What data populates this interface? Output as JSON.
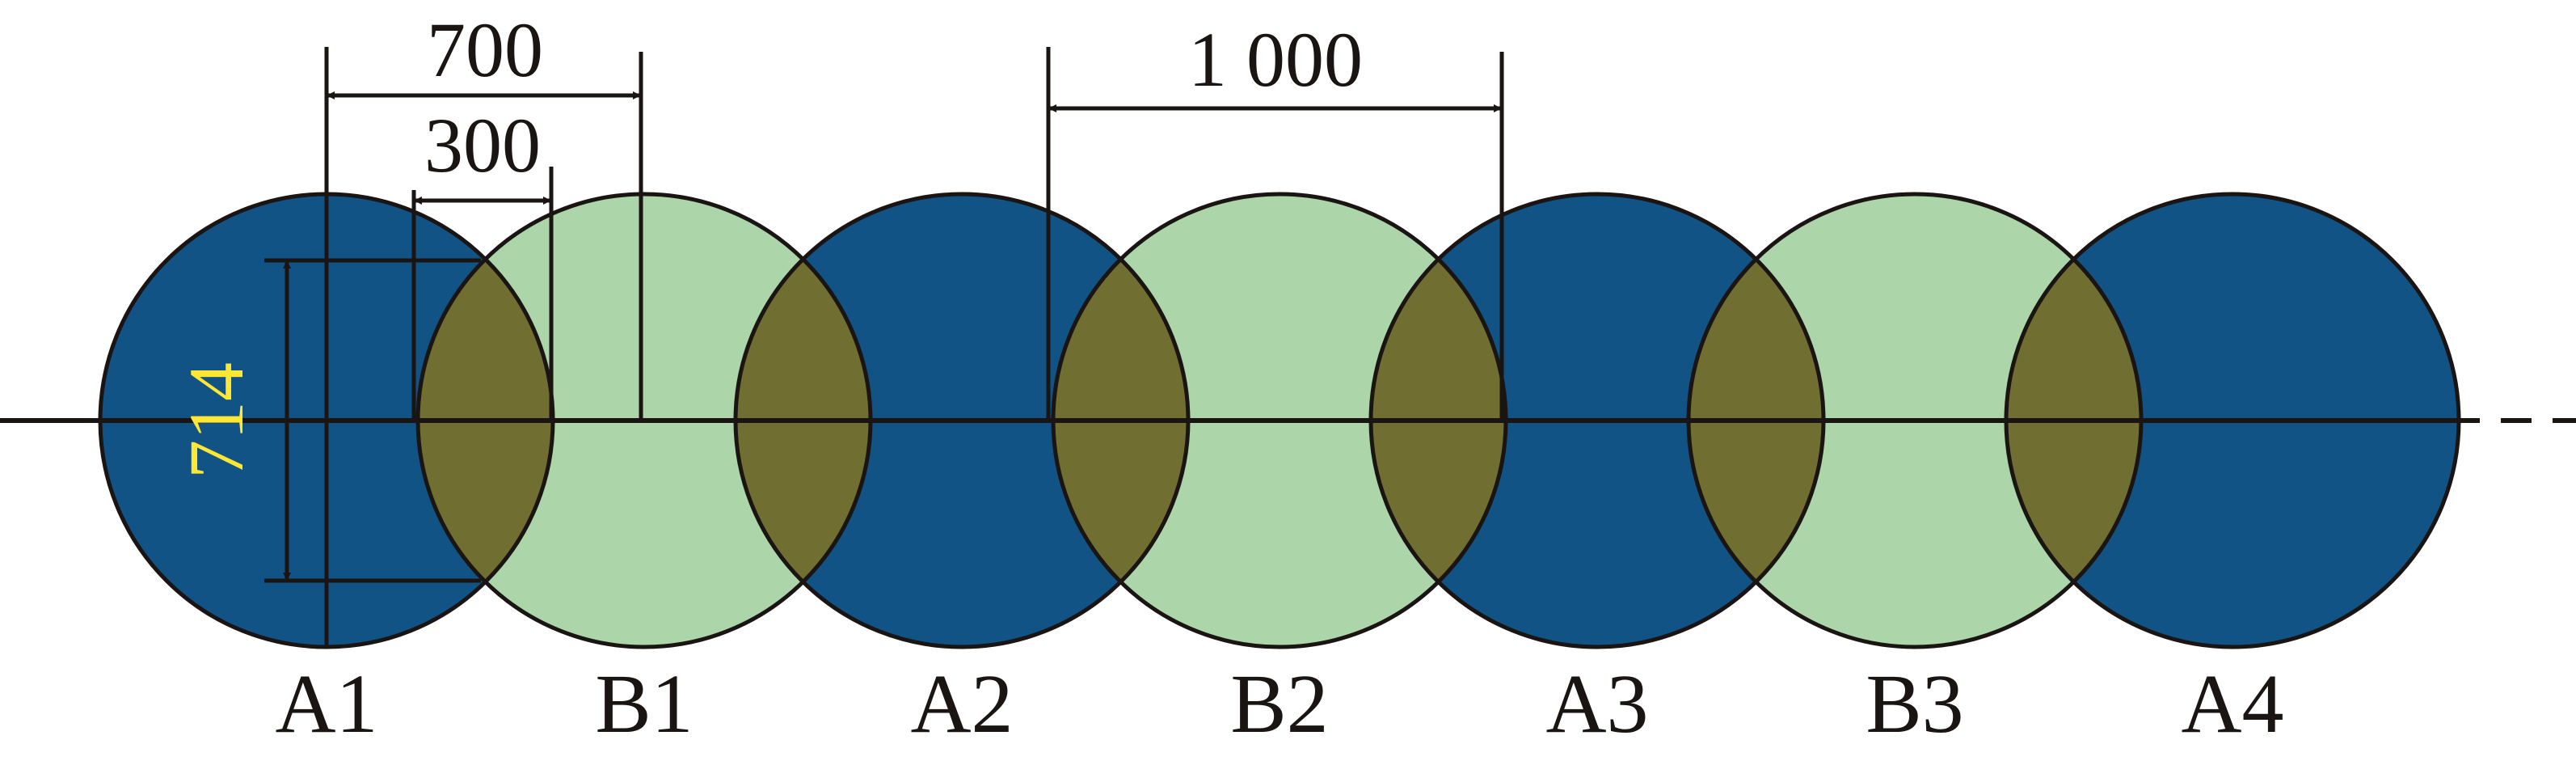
{
  "piles": [
    {
      "label": "A1",
      "kind": "A"
    },
    {
      "label": "B1",
      "kind": "B"
    },
    {
      "label": "A2",
      "kind": "A"
    },
    {
      "label": "B2",
      "kind": "B"
    },
    {
      "label": "A3",
      "kind": "A"
    },
    {
      "label": "B3",
      "kind": "B"
    },
    {
      "label": "A4",
      "kind": "A"
    }
  ],
  "dimensions": {
    "pile_spacing": "700",
    "overlap": "300",
    "group_spacing": "1 000",
    "chord": "714"
  },
  "colors": {
    "a_pile": "#115384",
    "b_pile": "#acd5a9",
    "overlap": "#706f31",
    "line": "#1a1413",
    "chord_text": "#ffe733"
  }
}
